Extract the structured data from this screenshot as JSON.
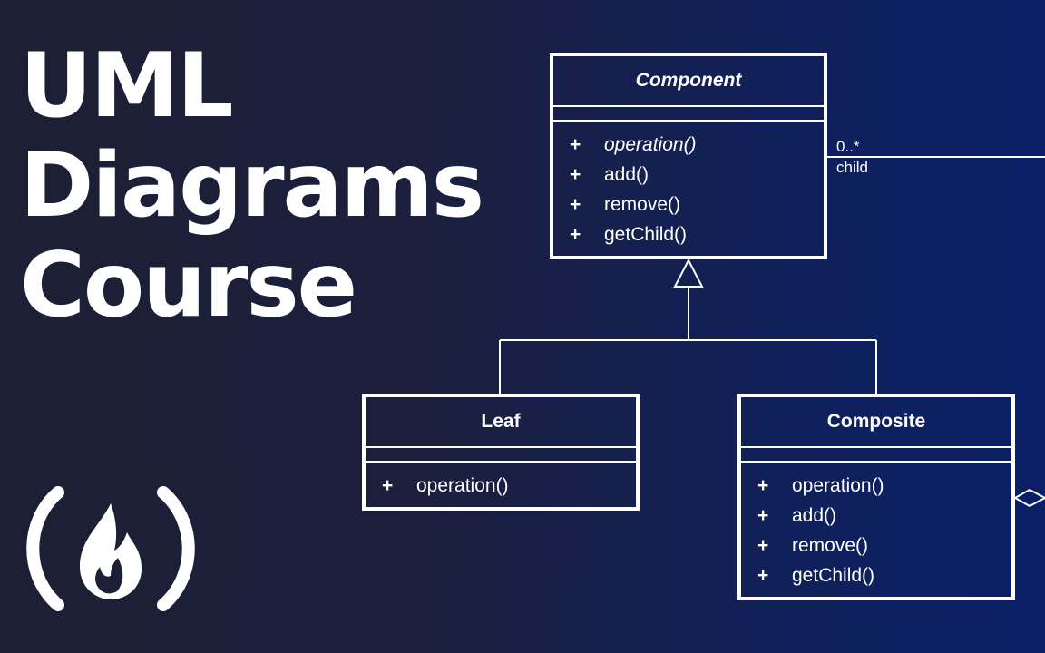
{
  "title": {
    "line1": "UML",
    "line2": "Diagrams",
    "line3": "Course"
  },
  "logo": {
    "icon": "freecodecamp-flame-logo"
  },
  "diagram": {
    "component": {
      "name": "Component",
      "operations": [
        {
          "visibility": "+",
          "name": "operation()",
          "italic": true
        },
        {
          "visibility": "+",
          "name": "add()",
          "italic": false
        },
        {
          "visibility": "+",
          "name": "remove()",
          "italic": false
        },
        {
          "visibility": "+",
          "name": "getChild()",
          "italic": false
        }
      ]
    },
    "leaf": {
      "name": "Leaf",
      "operations": [
        {
          "visibility": "+",
          "name": "operation()"
        }
      ]
    },
    "composite": {
      "name": "Composite",
      "operations": [
        {
          "visibility": "+",
          "name": "operation()"
        },
        {
          "visibility": "+",
          "name": "add()"
        },
        {
          "visibility": "+",
          "name": "remove()"
        },
        {
          "visibility": "+",
          "name": "getChild()"
        }
      ]
    },
    "association": {
      "multiplicity": "0..*",
      "role": "child"
    }
  },
  "colors": {
    "background_left": "#1d1f33",
    "background_right": "#0a1f66",
    "foreground": "#ffffff"
  }
}
